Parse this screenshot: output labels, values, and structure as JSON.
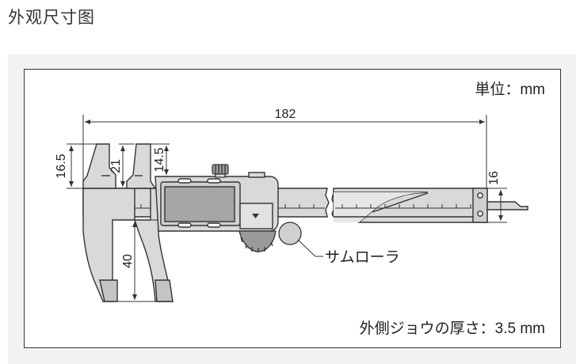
{
  "page": {
    "heading": "外观尺寸图"
  },
  "diagram": {
    "unit_label": "単位：mm",
    "dimensions": {
      "overall_length": "182",
      "outside_jaw_depth": "16.5",
      "inside_jaw_upper": "21",
      "inside_jaw_lower": "14.5",
      "outside_jaw_length": "40",
      "depth_rod": "16"
    },
    "callout": "サムローラ",
    "footnote": "外側ジョウの厚さ：3.5 mm"
  },
  "colors": {
    "line": "#333333",
    "body_fill": "#d9d9d9",
    "body_dark": "#9a9a9a",
    "panel_bg": "#f2f2f2"
  }
}
